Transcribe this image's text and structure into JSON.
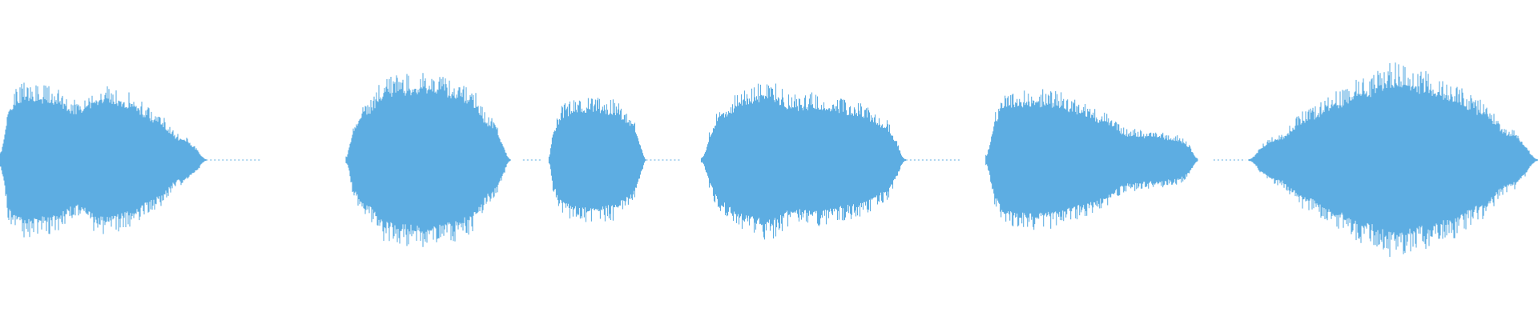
{
  "waveform": {
    "color": "#5dade2",
    "background": "#ffffff",
    "amplitude_max": 1.0,
    "duration_fraction_segments": [
      {
        "start": 0.0,
        "end": 0.134,
        "peaks": [
          0.38,
          0.55,
          0.52,
          0.42,
          0.53,
          0.48,
          0.35,
          0.18,
          0.05
        ],
        "kind": "voice"
      },
      {
        "start": 0.134,
        "end": 0.17,
        "peaks": [
          0.01
        ],
        "kind": "silence"
      },
      {
        "start": 0.225,
        "end": 0.332,
        "peaks": [
          0.18,
          0.42,
          0.58,
          0.6,
          0.62,
          0.58,
          0.52,
          0.3,
          0.05
        ],
        "kind": "voice"
      },
      {
        "start": 0.34,
        "end": 0.352,
        "peaks": [
          0.01
        ],
        "kind": "silence"
      },
      {
        "start": 0.357,
        "end": 0.42,
        "peaks": [
          0.2,
          0.4,
          0.44,
          0.44,
          0.42,
          0.32,
          0.05
        ],
        "kind": "voice"
      },
      {
        "start": 0.42,
        "end": 0.442,
        "peaks": [
          0.01
        ],
        "kind": "silence"
      },
      {
        "start": 0.456,
        "end": 0.589,
        "peaks": [
          0.12,
          0.4,
          0.52,
          0.56,
          0.46,
          0.47,
          0.43,
          0.4,
          0.3,
          0.05
        ],
        "kind": "voice"
      },
      {
        "start": 0.589,
        "end": 0.625,
        "peaks": [
          0.01
        ],
        "kind": "silence"
      },
      {
        "start": 0.641,
        "end": 0.779,
        "peaks": [
          0.25,
          0.48,
          0.5,
          0.48,
          0.42,
          0.34,
          0.22,
          0.2,
          0.18,
          0.08
        ],
        "kind": "voice"
      },
      {
        "start": 0.789,
        "end": 0.81,
        "peaks": [
          0.01
        ],
        "kind": "silence"
      },
      {
        "start": 0.812,
        "end": 1.0,
        "peaks": [
          0.05,
          0.18,
          0.35,
          0.48,
          0.58,
          0.68,
          0.62,
          0.55,
          0.42,
          0.22,
          0.05
        ],
        "kind": "voice"
      }
    ]
  }
}
